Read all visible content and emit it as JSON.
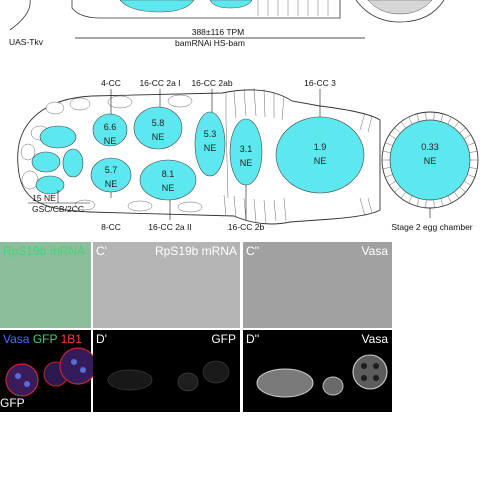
{
  "top_strip": {
    "left_label": "UAS-Tkv",
    "bar_value": "388±116 TPM",
    "bar_genotype": "bamRNAi HS-bam"
  },
  "diagram_labels": {
    "cc4": "4-CC",
    "cc16_2a_i": "16-CC 2a I",
    "cc16_2ab": "16-CC 2ab",
    "cc16_3": "16-CC 3",
    "nurse_15": "15 NE",
    "gsc": "GSC/CB/2CC",
    "cc8": "8-CC",
    "cc16_2a_ii": "16-CC 2a II",
    "cc16_2b": "16-CC 2b",
    "stage2": "Stage 2 egg chamber"
  },
  "cells": {
    "c66": {
      "value": "6.6",
      "unit": "NE"
    },
    "c58": {
      "value": "5.8",
      "unit": "NE"
    },
    "c53": {
      "value": "5.3",
      "unit": "NE"
    },
    "c31": {
      "value": "3.1",
      "unit": "NE"
    },
    "c19": {
      "value": "1.9",
      "unit": "NE"
    },
    "c033": {
      "value": "0.33",
      "unit": "NE"
    },
    "c57": {
      "value": "5.7",
      "unit": "NE"
    },
    "c81": {
      "value": "8.1",
      "unit": "NE"
    }
  },
  "panels": {
    "c_left": "RpS19b mRNA",
    "c_prime_letter": "C'",
    "c_prime_label": "RpS19b mRNA",
    "c_dprime_letter": "C''",
    "c_dprime_label": "Vasa",
    "d_vasa": "Vasa",
    "d_gfp": "GFP",
    "d_1b1": "1B1",
    "d_bottom": "GFP",
    "d_prime_letter": "D'",
    "d_prime_label": "GFP",
    "d_dprime_letter": "D''",
    "d_dprime_label": "Vasa"
  },
  "colors": {
    "cell_fill": "#5ce8ee",
    "panel_green": "#8dbe9c",
    "panel_gray1": "#b4b4b4",
    "panel_gray2": "#a1a1a1",
    "text_green": "#3fd47a",
    "text_blue": "#4c6cff",
    "text_red": "#ff3a3a"
  }
}
